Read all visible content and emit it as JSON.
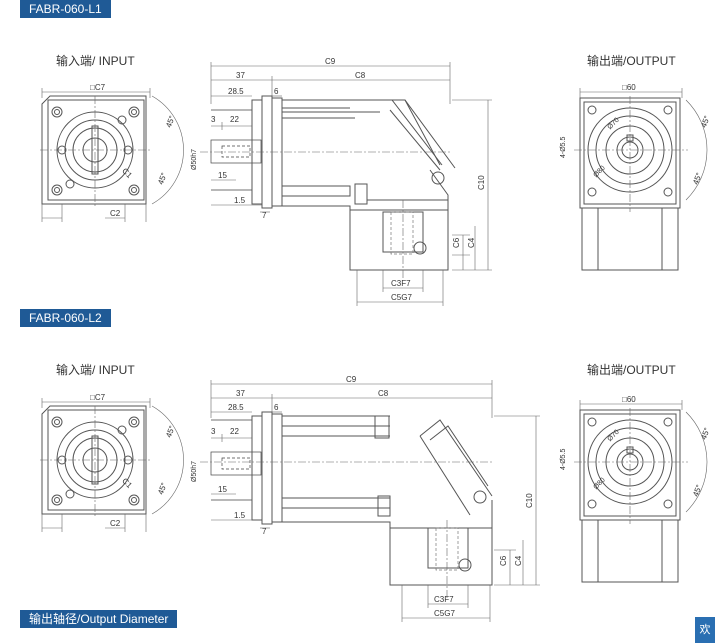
{
  "sections": [
    {
      "tag": "FABR-060-L1",
      "input_title": "输入端/ INPUT",
      "output_title": "输出端/OUTPUT",
      "labels": {
        "c7": "□C7",
        "c1": "C1",
        "c2": "C2",
        "deg45_a": "45°",
        "deg45_b": "45°",
        "c9": "C9",
        "d37": "37",
        "c8": "C8",
        "d28_5": "28.5",
        "d6": "6",
        "d3": "3",
        "d22": "22",
        "phi50": "Ø50h7",
        "d15": "15",
        "d1_5": "1.5",
        "d7": "7",
        "c10": "C10",
        "c6": "C6",
        "c4": "C4",
        "c3": "C3F7",
        "c5": "C5G7",
        "sq60": "□60",
        "hole": "4-Ø5.5",
        "phi70": "Ø70",
        "phi80": "Ø80",
        "deg45_c": "45°",
        "deg45_d": "45°"
      }
    },
    {
      "tag": "FABR-060-L2",
      "input_title": "输入端/ INPUT",
      "output_title": "输出端/OUTPUT",
      "labels": {
        "c7": "□C7",
        "c1": "C1",
        "c2": "C2",
        "deg45_a": "45°",
        "deg45_b": "45°",
        "c9": "C9",
        "d37": "37",
        "c8": "C8",
        "d28_5": "28.5",
        "d6": "6",
        "d3": "3",
        "d22": "22",
        "phi50": "Ø50h7",
        "d15": "15",
        "d1_5": "1.5",
        "d7": "7",
        "c10": "C10",
        "c6": "C6",
        "c4": "C4",
        "c3": "C3F7",
        "c5": "C5G7",
        "sq60": "□60",
        "hole": "4-Ø5.5",
        "phi70": "Ø70",
        "phi80": "Ø80",
        "deg45_c": "45°",
        "deg45_d": "45°"
      }
    }
  ],
  "footer_tag": "输出轴径/Output Diameter",
  "corner_label": "欢"
}
